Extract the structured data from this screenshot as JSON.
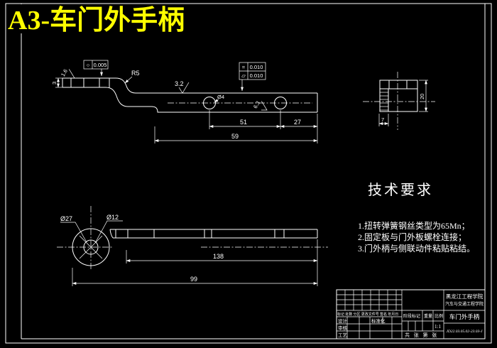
{
  "banner": {
    "title": "A3-车门外手柄"
  },
  "top_view": {
    "dims": {
      "thickness": "3",
      "rough_tab": "1.6",
      "flatness_symbol": "○",
      "flatness_value": "0.005",
      "radius": "R5",
      "rough_mid": "3.2",
      "parallel_symbol": "=",
      "parallel_value": "0.010",
      "profile_symbol": "⏥",
      "profile_value": "0.010",
      "hole_dia": "Ø4",
      "rough_hole": "6.3",
      "span_holes": "51",
      "span_right": "27",
      "span_total": "59"
    }
  },
  "side_view": {
    "dims": {
      "height": "20",
      "width": "7"
    }
  },
  "front_view": {
    "dims": {
      "outer_dia": "Ø27",
      "inner_dia": "Ø12",
      "arm_length": "138",
      "total_length": "99"
    }
  },
  "tech_req": {
    "title": "技术要求",
    "items": [
      "1.扭转弹簧钢丝类型为65Mn；",
      "2.固定板与门外板螺栓连接；",
      "3.门外柄与侧联动件粘贴粘结。"
    ]
  },
  "title_block": {
    "school_line1": "黑龙江工程学院",
    "school_line2": "汽车与交通工程学院",
    "part_name": "车门外手柄",
    "drawing_no": "JD22.03.05.02-23.03-J",
    "rev_header": "标记 处数 分区 更改文件号 签名 年月日",
    "design_label": "设计",
    "standard_label": "标准化",
    "check_label": "审核",
    "process_label": "工艺",
    "stage_label": "阶段标记",
    "weight_label": "重量",
    "scale_label": "比例",
    "scale_value": "1:1",
    "sheet_label": "共 张 第 张"
  }
}
